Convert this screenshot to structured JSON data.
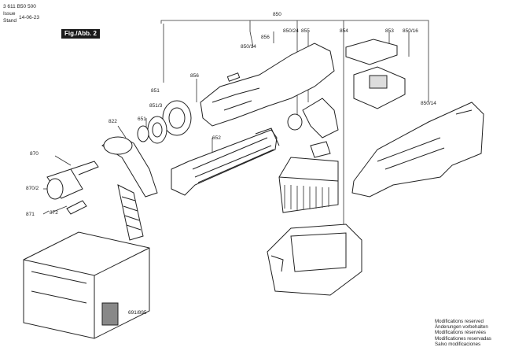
{
  "header": {
    "part_number": "3 611 B50 500",
    "issue_label": "Issue",
    "stand_label": "Stand",
    "date": "14-06-23",
    "figure_tag": "Fig./Abb. 2"
  },
  "part_labels": {
    "p850_top": "850",
    "p850_14_a": "850/14",
    "p856_a": "856",
    "p850_24": "850/24",
    "p855": "855",
    "p854": "854",
    "p853": "853",
    "p850_16": "850/16",
    "p851": "851",
    "p856_b": "856",
    "p850_14_b": "850/14",
    "p851_3": "851/3",
    "p822": "822",
    "p651": "651",
    "p652": "652",
    "p870": "870",
    "p870_2": "870/2",
    "p871": "871",
    "p872": "872",
    "p691_895": "691/895"
  },
  "footer": {
    "line1": "Modifications reserved",
    "line2": "Änderungen vorbehalten",
    "line3": "Modifications réservées",
    "line4": "Modificationes reservadas",
    "line5": "Salvo modificaciones"
  }
}
